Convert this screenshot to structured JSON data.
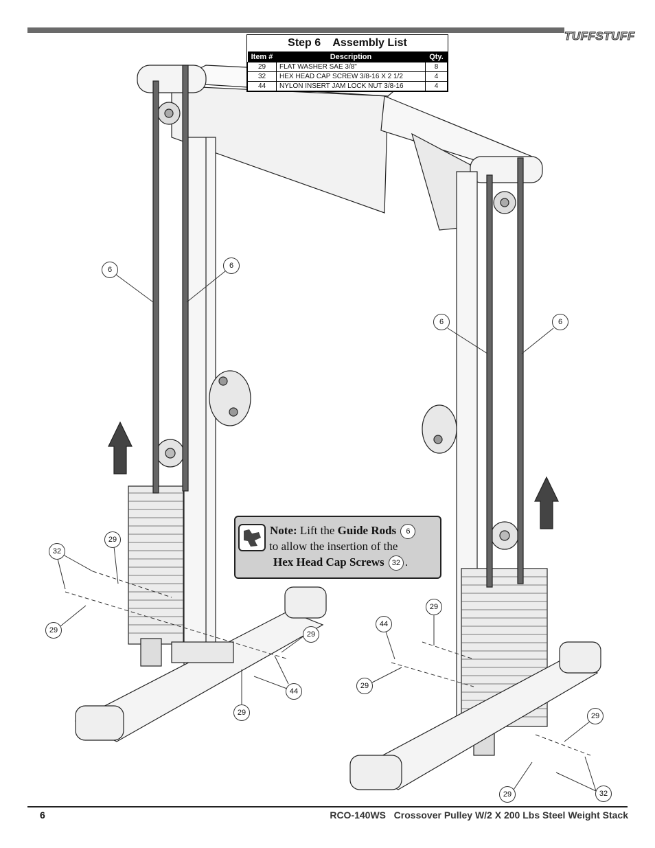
{
  "header": {
    "logo_text": "TUFFSTUFF"
  },
  "assembly": {
    "title": "Step 6    Assembly List",
    "columns": [
      "Item #",
      "Description",
      "Qty."
    ],
    "rows": [
      {
        "item": "29",
        "desc": "FLAT WASHER SAE 3/8\"",
        "qty": "8"
      },
      {
        "item": "32",
        "desc": "HEX HEAD CAP SCREW 3/8-16 X 2 1/2",
        "qty": "4"
      },
      {
        "item": "44",
        "desc": "NYLON INSERT JAM LOCK NUT 3/8-16",
        "qty": "4"
      }
    ]
  },
  "note": {
    "lead": "Note:",
    "t1": " Lift the ",
    "b1": "Guide Rods",
    "ref1": "6",
    "line2": "to allow the insertion of the",
    "b2": "Hex Head Cap Screws",
    "ref2": "32",
    "end": "."
  },
  "callouts": [
    "6",
    "6",
    "6",
    "6",
    "32",
    "29",
    "29",
    "29",
    "29",
    "44",
    "29",
    "44",
    "29",
    "29",
    "29",
    "32"
  ],
  "footer": {
    "page": "6",
    "title": "RCO-140WS   Crossover Pulley W/2 X 200 Lbs Steel Weight Stack"
  }
}
